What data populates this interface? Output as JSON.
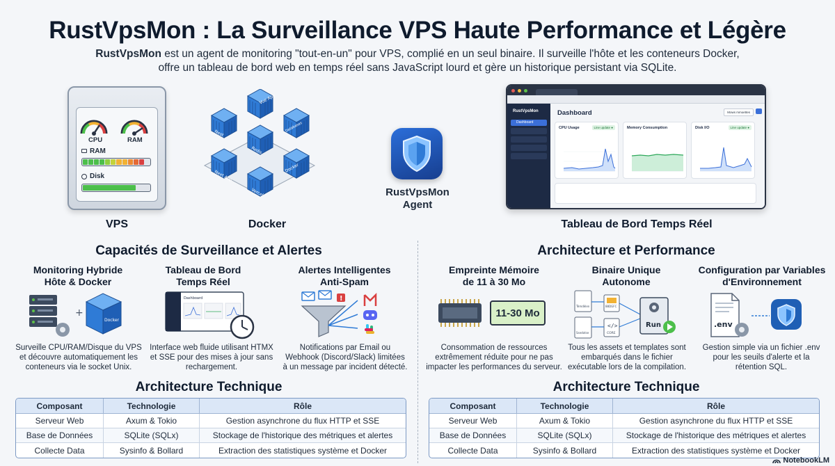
{
  "header": {
    "title": "RustVpsMon : La Surveillance VPS Haute Performance et Légère",
    "subtitle_brand": "RustVpsMon",
    "subtitle_line1": " est un agent de monitoring \"tout-en-un\" pour VPS, complié en un seul binaire. Il surveille l'hôte et les conteneurs Docker,",
    "subtitle_line2": "offre un tableau de bord web en temps réel sans JavaScript lourd et gère un historique persistant via SQLite."
  },
  "hero": {
    "vps": {
      "label": "VPS",
      "cpu": "CPU",
      "ram_gauge": "RAM",
      "ram_bar": "RAM",
      "disk_bar": "Disk"
    },
    "docker": {
      "label": "Docker",
      "containers": [
        "Vue App",
        "Nest",
        "Databases",
        "Redis",
        "Next App",
        "Docker",
        "Vercel"
      ]
    },
    "agent": {
      "label_line1": "RustVpsMon",
      "label_line2": "Agent"
    },
    "dashboard": {
      "label": "Tableau de Bord Temps Réel",
      "brand": "RustVpsMon",
      "nav_active": "Dashboard",
      "heading": "Dashboard",
      "button": "Mows mmoettes",
      "cards": [
        {
          "title": "CPU Usage",
          "badge": "Line update ●"
        },
        {
          "title": "Memory Consumption",
          "badge": ""
        },
        {
          "title": "Disk I/O",
          "badge": "Line update ●"
        }
      ]
    }
  },
  "monitoring": {
    "section_title": "Capacités de Surveillance et Alertes",
    "features": [
      {
        "title_line1": "Monitoring Hybride",
        "title_line2": "Hôte & Docker",
        "desc": [
          "Surveille CPU/RAM/Disque du VPS",
          "et découvre automatiquement les",
          "conteneurs via le socket Unix."
        ]
      },
      {
        "title_line1": "Tableau de Bord",
        "title_line2": "Temps Réel",
        "desc": [
          "Interface web fluide utilisant HTMX",
          "et SSE pour des mises à jour sans",
          "rechargement."
        ]
      },
      {
        "title_line1": "Alertes Intelligentes",
        "title_line2": "Anti-Spam",
        "desc": [
          "Notifications par Email ou",
          "Webhook (Discord/Slack) limitées",
          "à un message par incident détecté."
        ]
      }
    ],
    "docker_cube_label": "Docker",
    "mini_dash_label": "Dashboard"
  },
  "performance": {
    "section_title": "Architecture et Performance",
    "features": [
      {
        "title_line1": "Empreinte Mémoire",
        "title_line2": "de 11 à 30 Mo",
        "desc": [
          "Consommation de ressources",
          "extrêmement réduite pour ne pas",
          "impacter les performances du serveur."
        ],
        "chip_value": "11-30 Mo"
      },
      {
        "title_line1": "Binaire Unique",
        "title_line2": "Autonome",
        "desc": [
          "Tous les assets et templates sont",
          "embarqués dans le fichier",
          "exécutable lors de la compilation."
        ],
        "file_labels": [
          "Tèmdèlen",
          "Ssedotse",
          "88DGFC",
          "CORE"
        ],
        "run_label": "Run"
      },
      {
        "title_line1": "Configuration par Variables",
        "title_line2": "d'Environnement",
        "desc": [
          "Gestion simple via un fichier .env",
          "pour les seuils d'alerte et la",
          "rétention SQL."
        ],
        "env_label": ".env"
      }
    ]
  },
  "tables": {
    "title": "Architecture Technique",
    "headers": [
      "Composant",
      "Technologie",
      "Rôle"
    ],
    "rows": [
      [
        "Serveur Web",
        "Axum & Tokio",
        "Gestion asynchrone du flux HTTP et SSE"
      ],
      [
        "Base de Données",
        "SQLite (SQLx)",
        "Stockage de l'historique des métriques et alertes"
      ],
      [
        "Collecte Data",
        "Sysinfo & Bollard",
        "Extraction des statistiques système et Docker"
      ]
    ]
  },
  "footer": {
    "logo": "NotebookLM"
  },
  "colors": {
    "accent": "#2b6ed9",
    "docker_blue": "#2f7bd6",
    "bar_green": "#4cbf4a",
    "gauge_red": "#d94040",
    "table_header": "#dbe7f7"
  }
}
